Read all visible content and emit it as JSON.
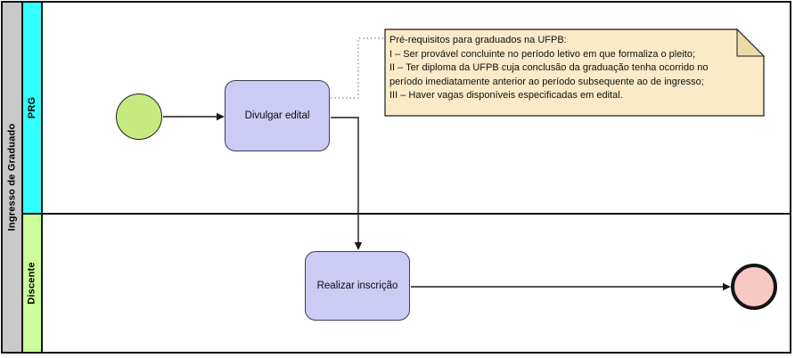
{
  "pool": {
    "label": "Ingresso de Graduado"
  },
  "lanes": [
    {
      "label": "PRG",
      "color": "#33FFFF"
    },
    {
      "label": "Discente",
      "color": "#CCFF99"
    }
  ],
  "tasks": [
    {
      "label": "Divulgar edital",
      "fill": "#CBCBF4"
    },
    {
      "label": "Realizar inscrição",
      "fill": "#CBCBF4"
    }
  ],
  "events": {
    "start": {
      "type": "start-event",
      "fill": "#C6EA80"
    },
    "end": {
      "type": "end-event",
      "fill": "#F8C8C3"
    }
  },
  "annotation": {
    "fill": "#FBEAC7",
    "fold_fill": "#EDDAA9",
    "lines": [
      "Pré-requisitos para graduados na UFPB:",
      "I – Ser provável concluinte no período letivo em que formaliza o pleito;",
      "II – Ter diploma da UFPB cuja conclusão da graduação tenha ocorrido no",
      "período imediatamente anterior ao período subsequente ao de ingresso;",
      "III – Haver vagas disponíveis especificadas em edital."
    ]
  },
  "colors": {
    "pool_header": "#C9C9C9",
    "lane_prg": "#33FFFF",
    "lane_discente": "#CCFF99",
    "task_fill": "#CBCBF4",
    "task_border": "#3C3C58",
    "start_event_fill": "#C6EA80",
    "end_event_fill": "#F8C8C3",
    "connector": "#1A1A1A",
    "association": "#808080"
  }
}
